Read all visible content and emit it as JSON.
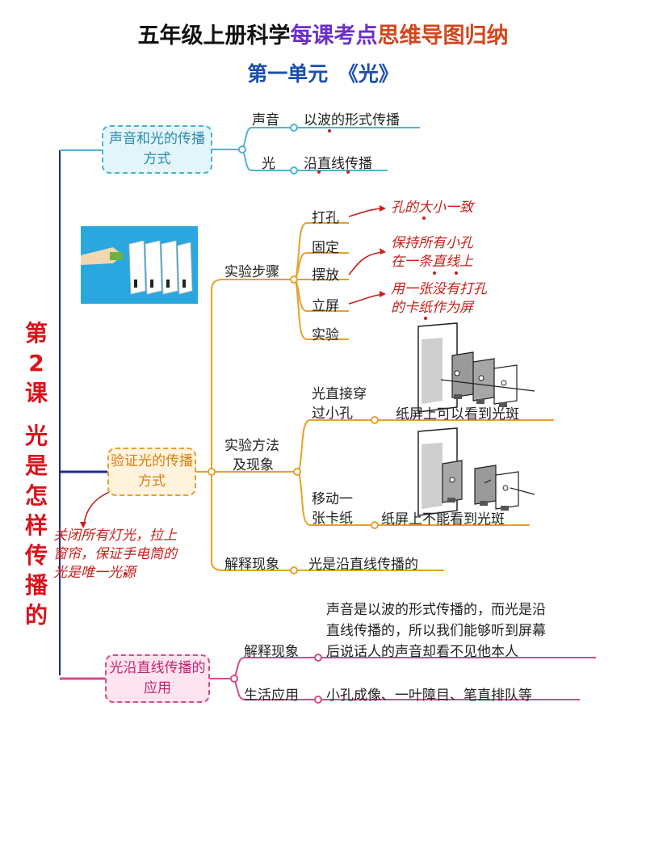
{
  "header": {
    "title_part1": "五年级上册科学",
    "title_part2": "每课考点",
    "title_part3": "思维导图归纳",
    "subtitle": "第一单元　《光》"
  },
  "lesson": {
    "number_line": "第",
    "number_digit": "2",
    "number_unit": "课",
    "topic_chars": [
      "光",
      "是",
      "怎",
      "样",
      "传",
      "播",
      "的"
    ]
  },
  "branch1": {
    "label": "声音和光的传播方式",
    "items": [
      {
        "key": "声音",
        "value": "以波的形式传播"
      },
      {
        "key": "光",
        "value": "沿直线传播"
      }
    ]
  },
  "branch2": {
    "label": "验证光的传播方式",
    "note": [
      "关闭所有灯光，拉上",
      "窗帘，保证手电筒的",
      "光是唯一光源"
    ],
    "steps": {
      "label": "实验步骤",
      "items": [
        "打孔",
        "固定",
        "摆放",
        "立屏",
        "实验"
      ],
      "notes": {
        "punch": "孔的大小一致",
        "place": [
          "保持所有小孔",
          "在一条直线上"
        ],
        "screen": [
          "用一张没有打孔",
          "的卡纸作为屏"
        ]
      }
    },
    "method": {
      "label": "实验方法及现象",
      "label_line1": "实验方法",
      "label_line2": "及现象",
      "cases": [
        {
          "cond1": "光直接穿",
          "cond2": "过小孔",
          "result": "纸屏上可以看到光斑"
        },
        {
          "cond1": "移动一",
          "cond2": "张卡纸",
          "result": "纸屏上不能看到光斑"
        }
      ]
    },
    "explain": {
      "key": "解释现象",
      "value": "光是沿直线传播的"
    }
  },
  "branch3": {
    "label": "光沿直线传播的应用",
    "explain": {
      "key": "解释现象",
      "lines": [
        "声音是以波的形式传播的，而光是沿",
        "直线传播的，所以我们能够听到屏幕",
        "后说话人的声音却看不见他本人"
      ]
    },
    "life": {
      "key": "生活应用",
      "value": "小孔成像、一叶障目、笔直排队等"
    }
  },
  "colors": {
    "trunk": "#1d2c8f",
    "branch1": "#4fb3cf",
    "branch2": "#e6a12c",
    "branch3": "#d24b8b",
    "note_red": "#c8201b"
  }
}
